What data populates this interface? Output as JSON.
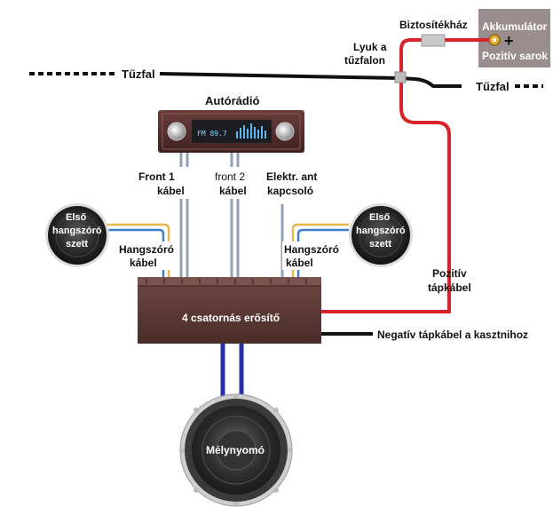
{
  "labels": {
    "firewall_left": "Tűzfal",
    "firewall_right": "Tűzfal",
    "hole_line1": "Lyuk a",
    "hole_line2": "tűzfalon",
    "fuse_box": "Biztosítékház",
    "battery_line1": "Akkumulátor",
    "battery_line2": "Pozitív sarok",
    "battery_plus": "+",
    "head_unit": "Autórádió",
    "radio_display": "FM 89.7",
    "front1_line1": "Front 1",
    "front1_line2": "kábel",
    "front2_line1": "front 2",
    "front2_line2": "kábel",
    "antenna_line1": "Elektr. ant",
    "antenna_line2": "kapcsoló",
    "speaker_left_line1": "Első",
    "speaker_left_line2": "hangszóró",
    "speaker_left_line3": "szett",
    "speaker_right_line1": "Első",
    "speaker_right_line2": "hangszóró",
    "speaker_right_line3": "szett",
    "speaker_cable_left_line1": "Hangszóró",
    "speaker_cable_left_line2": "kábel",
    "speaker_cable_right_line1": "Hangszóró",
    "speaker_cable_right_line2": "kábel",
    "positive_line1": "Pozitív",
    "positive_line2": "tápkábel",
    "amplifier": "4 csatornás erősítő",
    "negative_cable": "Negatív tápkábel a kasztnihoz",
    "subwoofer": "Mélynyomó"
  },
  "colors": {
    "power_red": "#d9232a",
    "ground_black": "#111111",
    "signal_blue": "#2530a8",
    "rca_gray": "#8ea3b8",
    "speaker_yellow": "#e8b84a",
    "speaker_blue": "#3f7fc9",
    "amp_brown": "#5a3632",
    "battery_bg": "#9a8d8d",
    "fuse_gray": "#c9c9c9"
  }
}
